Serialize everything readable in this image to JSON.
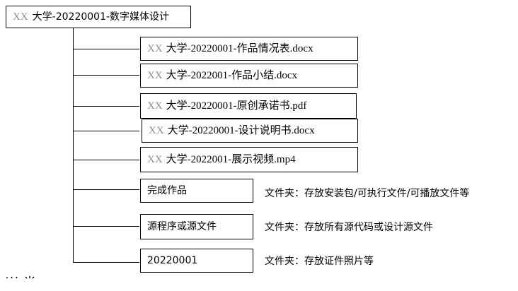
{
  "root": {
    "prefix": "XX",
    "name": "大学-20220001-数字媒体设计"
  },
  "children": [
    {
      "prefix": "XX",
      "name": "大学-20220001-作品情况表.docx"
    },
    {
      "prefix": "XX",
      "name": "大学-2022001-作品小结.docx"
    },
    {
      "prefix": "XX",
      "name": "大学-20220001-原创承诺书.pdf"
    },
    {
      "prefix": "XX",
      "name": "大学-20220001-设计说明书.docx"
    },
    {
      "prefix": "XX",
      "name": "大学-2022001-展示视频.mp4"
    },
    {
      "name": "完成作品",
      "note": "文件夹：存放安装包/可执行文件/可播放文件等"
    },
    {
      "name": "源程序或源文件",
      "note": "文件夹：存放所有源代码或设计源文件"
    },
    {
      "name": "20220001",
      "note": "文件夹：存放证件照片等"
    }
  ]
}
